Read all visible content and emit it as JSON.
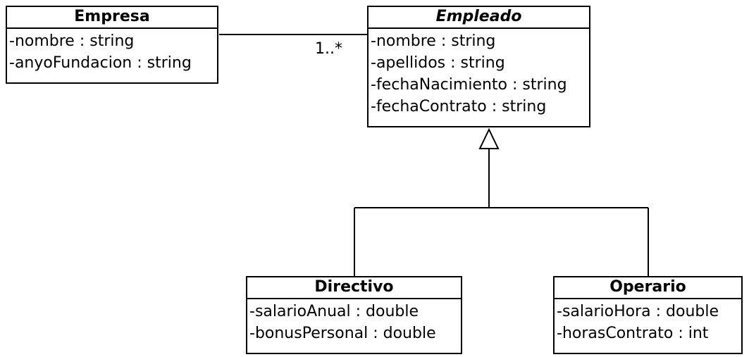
{
  "classes": {
    "empresa": {
      "name": "Empresa",
      "attributes": [
        "-nombre : string",
        "-anyoFundacion : string"
      ]
    },
    "empleado": {
      "name": "Empleado",
      "attributes": [
        "-nombre : string",
        "-apellidos : string",
        "-fechaNacimiento : string",
        "-fechaContrato : string"
      ]
    },
    "directivo": {
      "name": "Directivo",
      "attributes": [
        "-salarioAnual : double",
        "-bonusPersonal : double"
      ]
    },
    "operario": {
      "name": "Operario",
      "attributes": [
        "-salarioHora : double",
        "-horasContrato : int"
      ]
    }
  },
  "association": {
    "multiplicity": "1..*"
  }
}
